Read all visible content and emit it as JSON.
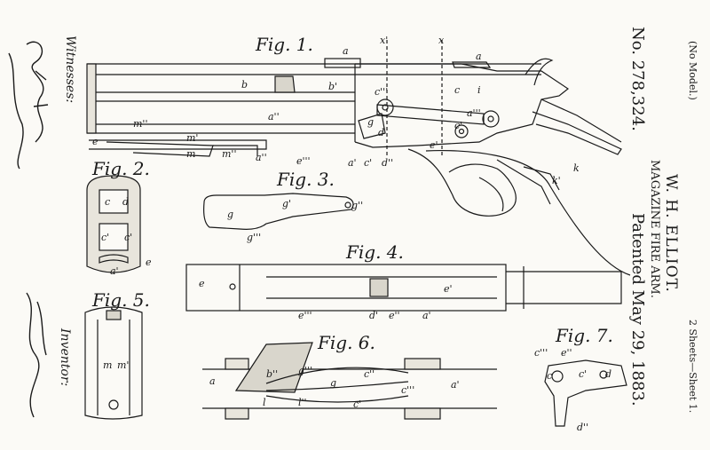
{
  "header": {
    "model_note": "(No Model.)",
    "sheets": "2 Sheets—Sheet 1.",
    "inventor_name": "W. H. ELLIOT.",
    "title": "MAGAZINE FIRE ARM.",
    "patent_number": "No. 278,324.",
    "patented": "Patented May 29, 1883."
  },
  "side": {
    "witnesses_label": "Witnesses:",
    "inventor_label": "Inventor:"
  },
  "figures": {
    "fig1": "Fig. 1.",
    "fig2": "Fig. 2.",
    "fig3": "Fig. 3.",
    "fig4": "Fig. 4.",
    "fig5": "Fig. 5.",
    "fig6": "Fig. 6.",
    "fig7": "Fig. 7."
  },
  "labels": {
    "fig1": [
      "a",
      "x'",
      "x",
      "a",
      "b",
      "b'",
      "c'''",
      "c",
      "i",
      "a''",
      "a'''",
      "c'",
      "m''",
      "g",
      "d",
      "e",
      "m",
      "m''",
      "a''",
      "e'''",
      "a'",
      "c'",
      "d''",
      "e'",
      "k",
      "k'",
      "m'"
    ],
    "fig2": [
      "c",
      "d",
      "c'",
      "c'",
      "a'",
      "e"
    ],
    "fig3": [
      "g",
      "g'",
      "g''",
      "g'''"
    ],
    "fig4": [
      "e",
      "e'",
      "e'''",
      "d'",
      "e''",
      "a'"
    ],
    "fig5": [
      "m",
      "m'"
    ],
    "fig6": [
      "a",
      "b''",
      "g'''",
      "g",
      "c''",
      "c'''",
      "l",
      "a'",
      "l''",
      "c'"
    ],
    "fig7": [
      "c'''",
      "e''",
      "c'",
      "c",
      "d",
      "d''"
    ]
  }
}
